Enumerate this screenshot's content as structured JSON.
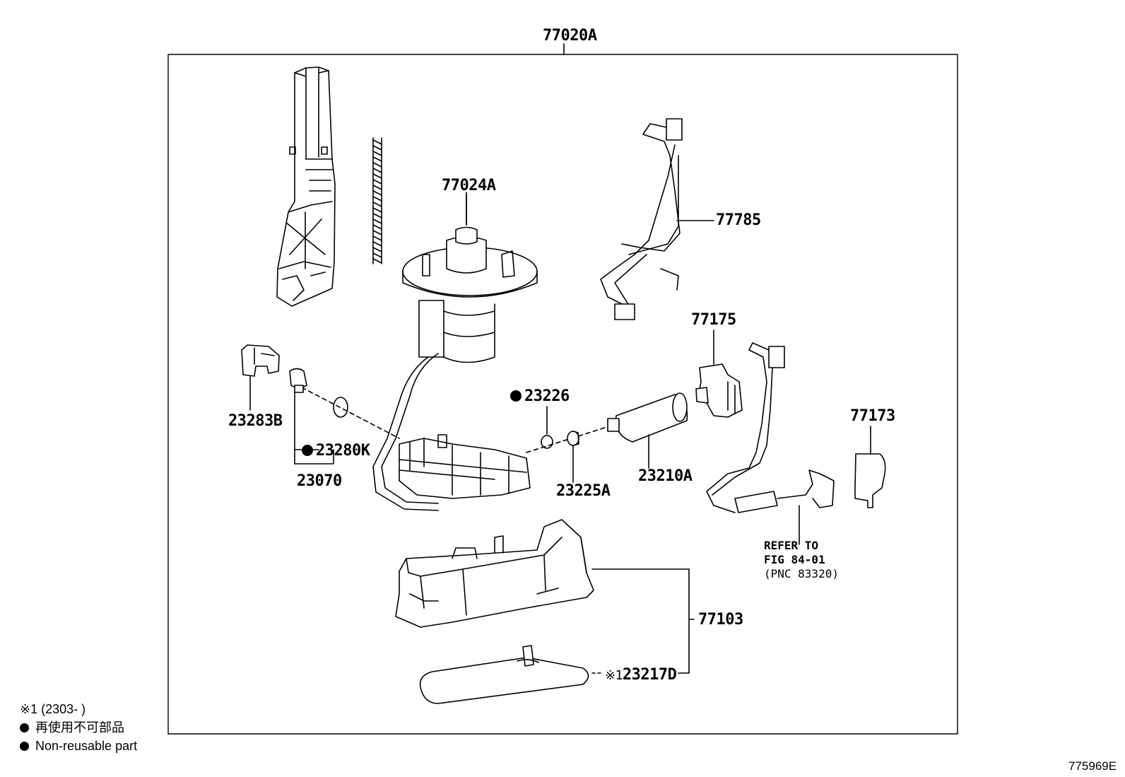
{
  "assembly": {
    "part_no": "77020A"
  },
  "parts": [
    {
      "id": "p-77024A",
      "part_no": "77024A"
    },
    {
      "id": "p-77785",
      "part_no": "77785"
    },
    {
      "id": "p-77175",
      "part_no": "77175"
    },
    {
      "id": "p-77173",
      "part_no": "77173"
    },
    {
      "id": "p-23283B",
      "part_no": "23283B"
    },
    {
      "id": "p-23226",
      "part_no": "23226",
      "non_reusable": true
    },
    {
      "id": "p-23280K",
      "part_no": "23280K",
      "non_reusable": true
    },
    {
      "id": "p-23070",
      "part_no": "23070"
    },
    {
      "id": "p-23225A",
      "part_no": "23225A"
    },
    {
      "id": "p-23210A",
      "part_no": "23210A"
    },
    {
      "id": "p-77103",
      "part_no": "77103"
    },
    {
      "id": "p-23217D",
      "part_no": "23217D",
      "note_mark": "※1"
    }
  ],
  "reference": {
    "line1": "REFER TO",
    "line2": "FIG 84-01",
    "line3": "(PNC 83320)"
  },
  "legend": {
    "note1": "※1 (2303-      )",
    "non_reusable_ja": "再使用不可部品",
    "non_reusable_en": "Non-reusable part"
  },
  "figure_code": "775969E",
  "colors": {
    "line": "#000000",
    "background": "#ffffff"
  }
}
